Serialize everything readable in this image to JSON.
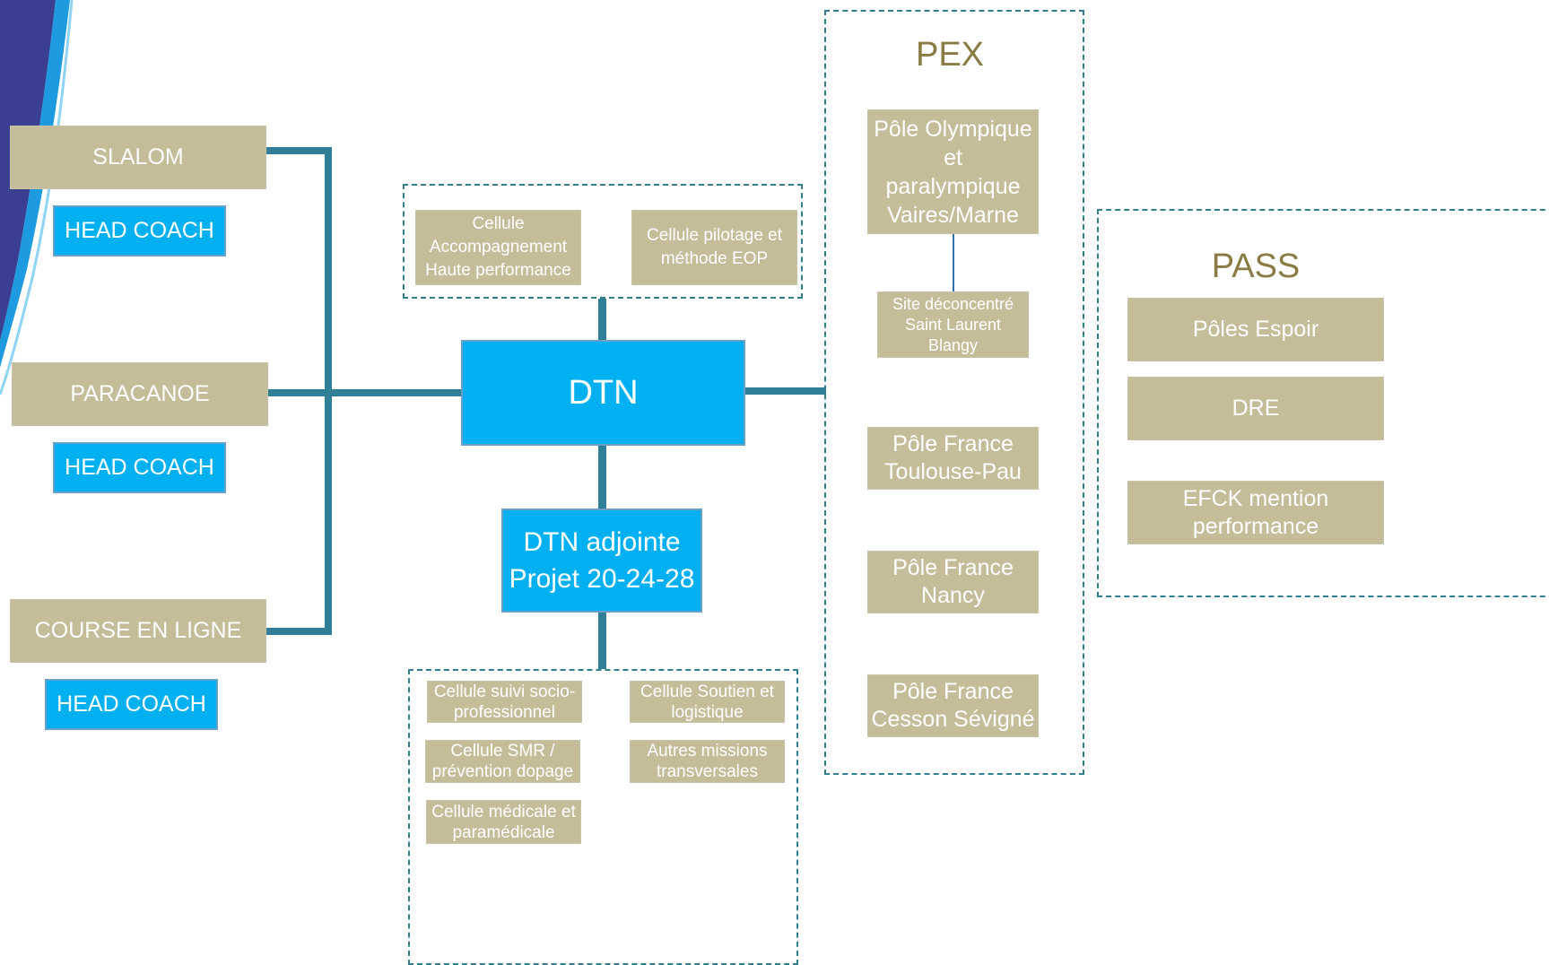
{
  "disciplines": [
    {
      "label": "SLALOM",
      "coach": "HEAD COACH"
    },
    {
      "label": "PARACANOE",
      "coach": "HEAD COACH"
    },
    {
      "label": "COURSE EN LIGNE",
      "coach": "HEAD COACH"
    }
  ],
  "center": {
    "dtn": "DTN",
    "adjointe": "DTN adjointe\nProjet 20-24-28"
  },
  "top_cells": [
    "Cellule\nAccompagnement\nHaute performance",
    "Cellule pilotage et\nméthode EOP"
  ],
  "bottom_cells": [
    "Cellule suivi socio-\nprofessionnel",
    "Cellule  Soutien et\nlogistique",
    "Cellule SMR /\nprévention dopage",
    "Autres missions\ntransversales",
    "Cellule médicale et\nparamédicale"
  ],
  "pex": {
    "title": "PEX",
    "olympic": "Pôle Olympique\net\nparalympique\nVaires/Marne",
    "site": "Site déconcentré\nSaint Laurent\nBlangy",
    "poles": [
      "Pôle France\nToulouse-Pau",
      "Pôle France\nNancy",
      "Pôle France\nCesson Sévigné"
    ]
  },
  "pass": {
    "title": "PASS",
    "items": [
      "Pôles Espoir",
      "DRE",
      "EFCK mention\nperformance"
    ]
  },
  "colors": {
    "beige": "#c5bd99",
    "blue": "#00b0f0",
    "connector": "#2f8096",
    "title_gold": "#8a7b44",
    "dash": "#2f7f90"
  }
}
